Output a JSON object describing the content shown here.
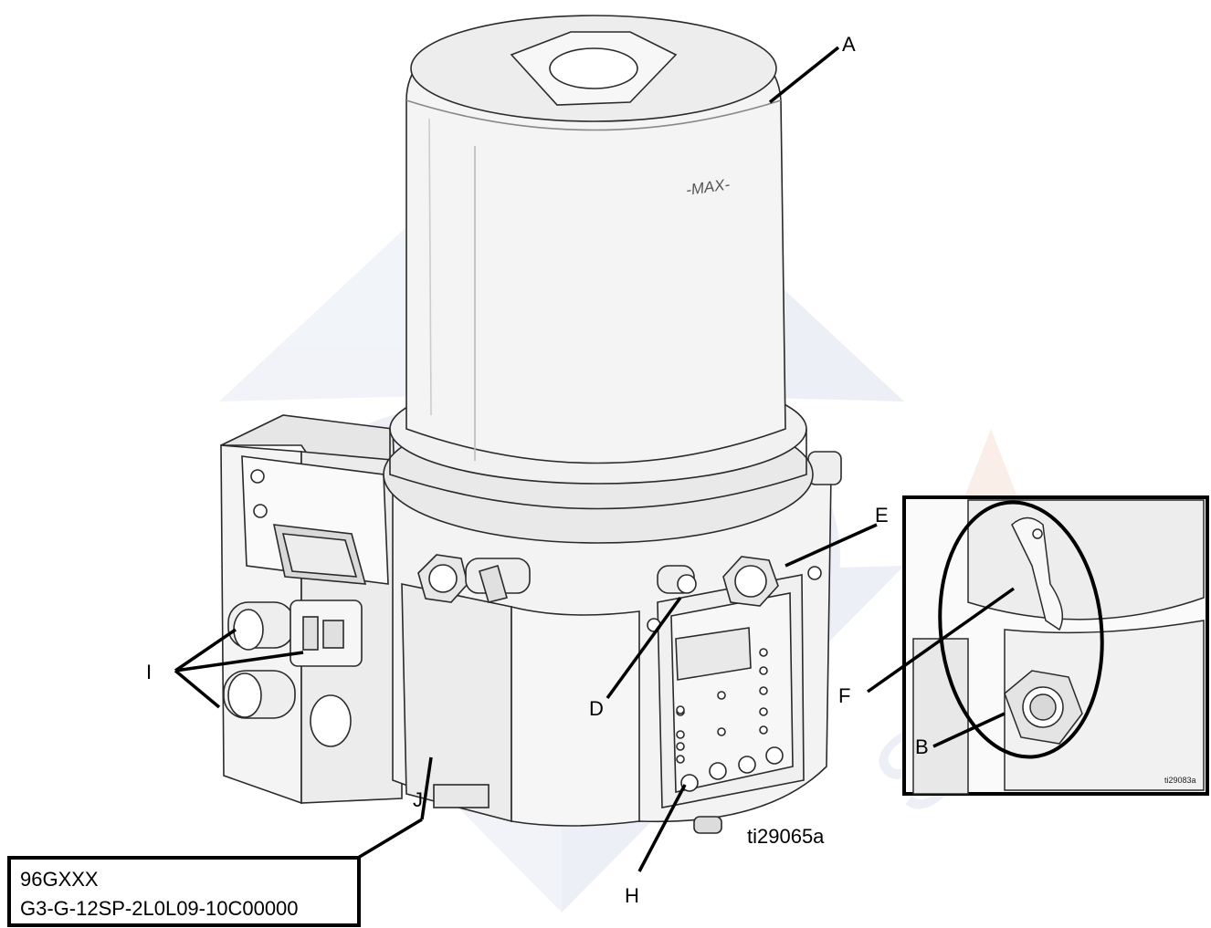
{
  "figure": {
    "reference": "ti29065a",
    "inset_reference": "ti29083a",
    "reservoir_mark": "-MAX-"
  },
  "callouts": {
    "A": "A",
    "B": "B",
    "D": "D",
    "E": "E",
    "F": "F",
    "H": "H",
    "I": "I",
    "J": "J"
  },
  "model_label": {
    "line1": "96GXXX",
    "line2": "G3-G-12SP-2L0L09-10C00000"
  },
  "colors": {
    "outline": "#2a2a2a",
    "body_fill": "#f2f2f2",
    "shade_fill": "#e2e2e2",
    "watermark": "#c9d2e4",
    "watermark_accent": "#f3cfc0"
  }
}
